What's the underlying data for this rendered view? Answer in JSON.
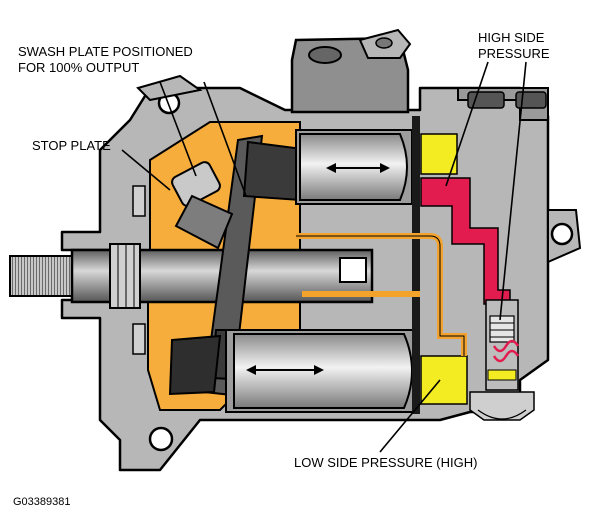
{
  "labels": {
    "swash_plate": [
      "SWASH PLATE POSITIONED",
      "FOR 100% OUTPUT"
    ],
    "stop_plate": "STOP PLATE",
    "high_side": [
      "HIGH SIDE",
      "PRESSURE"
    ],
    "low_side": "LOW SIDE PRESSURE (HIGH)"
  },
  "figure_id": "G03389381",
  "colors": {
    "housing": "#b7b7b7",
    "housing_dark": "#8f8f8f",
    "swash_cavity": "#f6ad3c",
    "swash_plate": "#5a5a5a",
    "high_pressure": "#e21c4f",
    "low_pressure": "#f4ec22",
    "oil_line": "#f3a22b",
    "outline": "#000000"
  }
}
